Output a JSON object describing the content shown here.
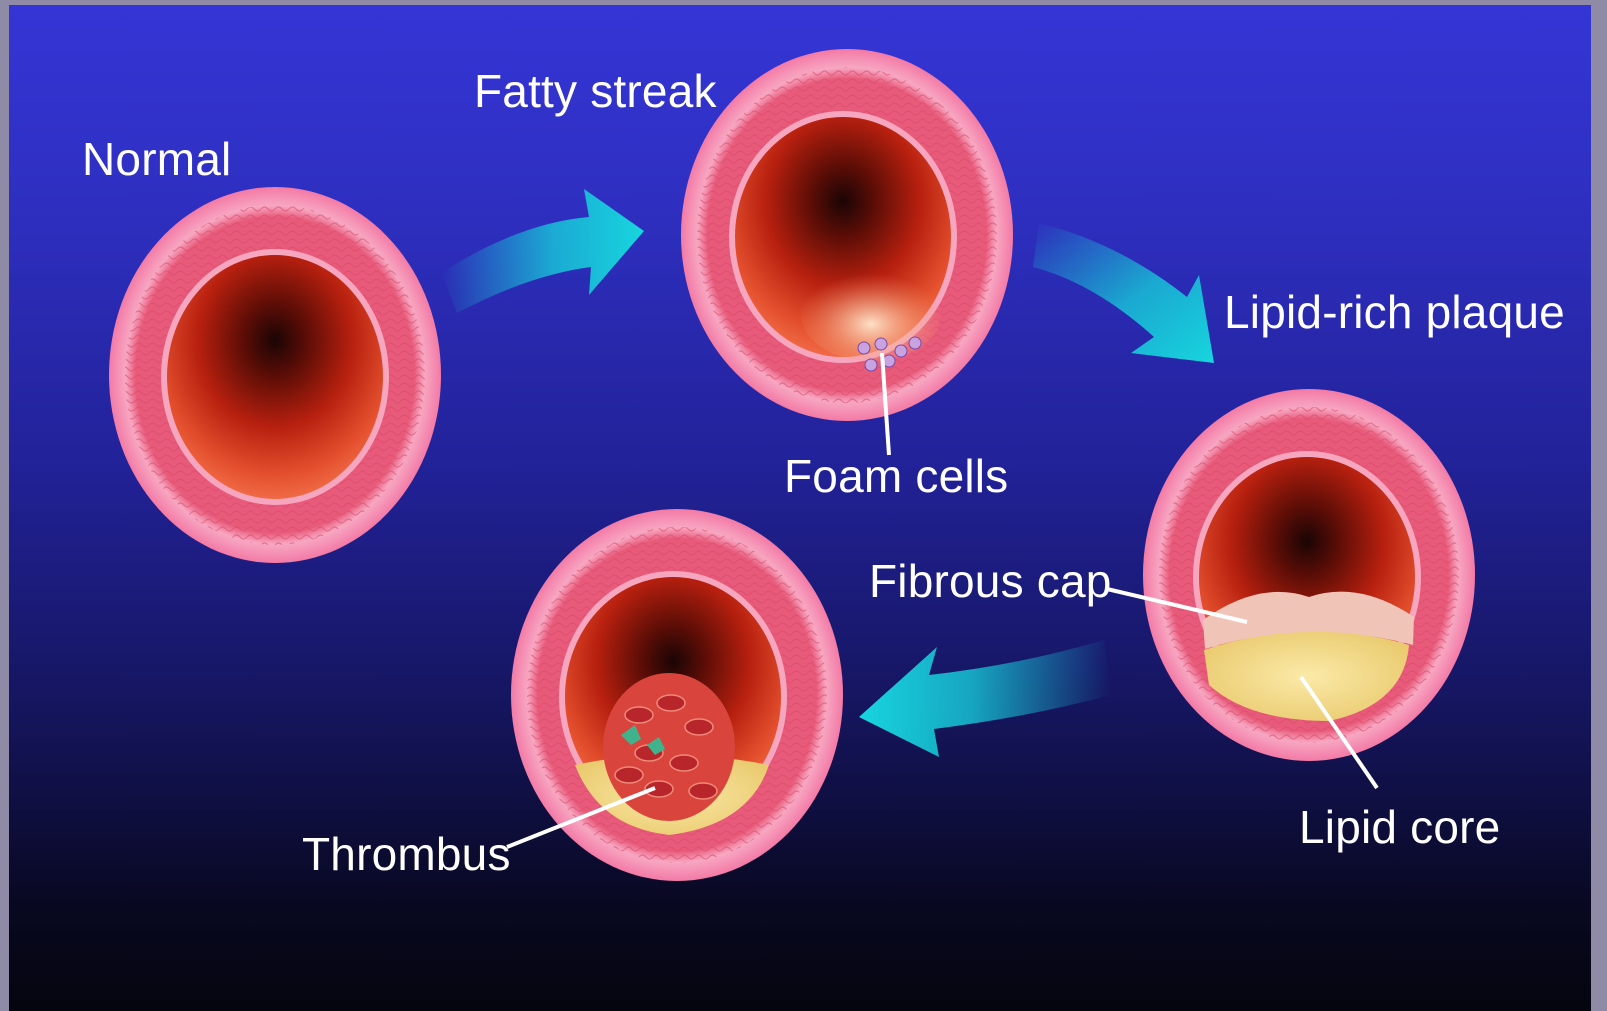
{
  "labels": {
    "normal": "Normal",
    "fatty_streak": "Fatty streak",
    "lipid_rich_plaque": "Lipid-rich plaque",
    "foam_cells": "Foam cells",
    "fibrous_cap": "Fibrous cap",
    "lipid_core": "Lipid core",
    "thrombus": "Thrombus"
  },
  "colors": {
    "background_top": "#3535d6",
    "background_bottom": "#05050f",
    "arrow": "#17c9d9",
    "vessel_wall": "#f07aa8",
    "lumen": "#b8200f",
    "lipid": "#f2d98a",
    "label_text": "#ffffff"
  }
}
